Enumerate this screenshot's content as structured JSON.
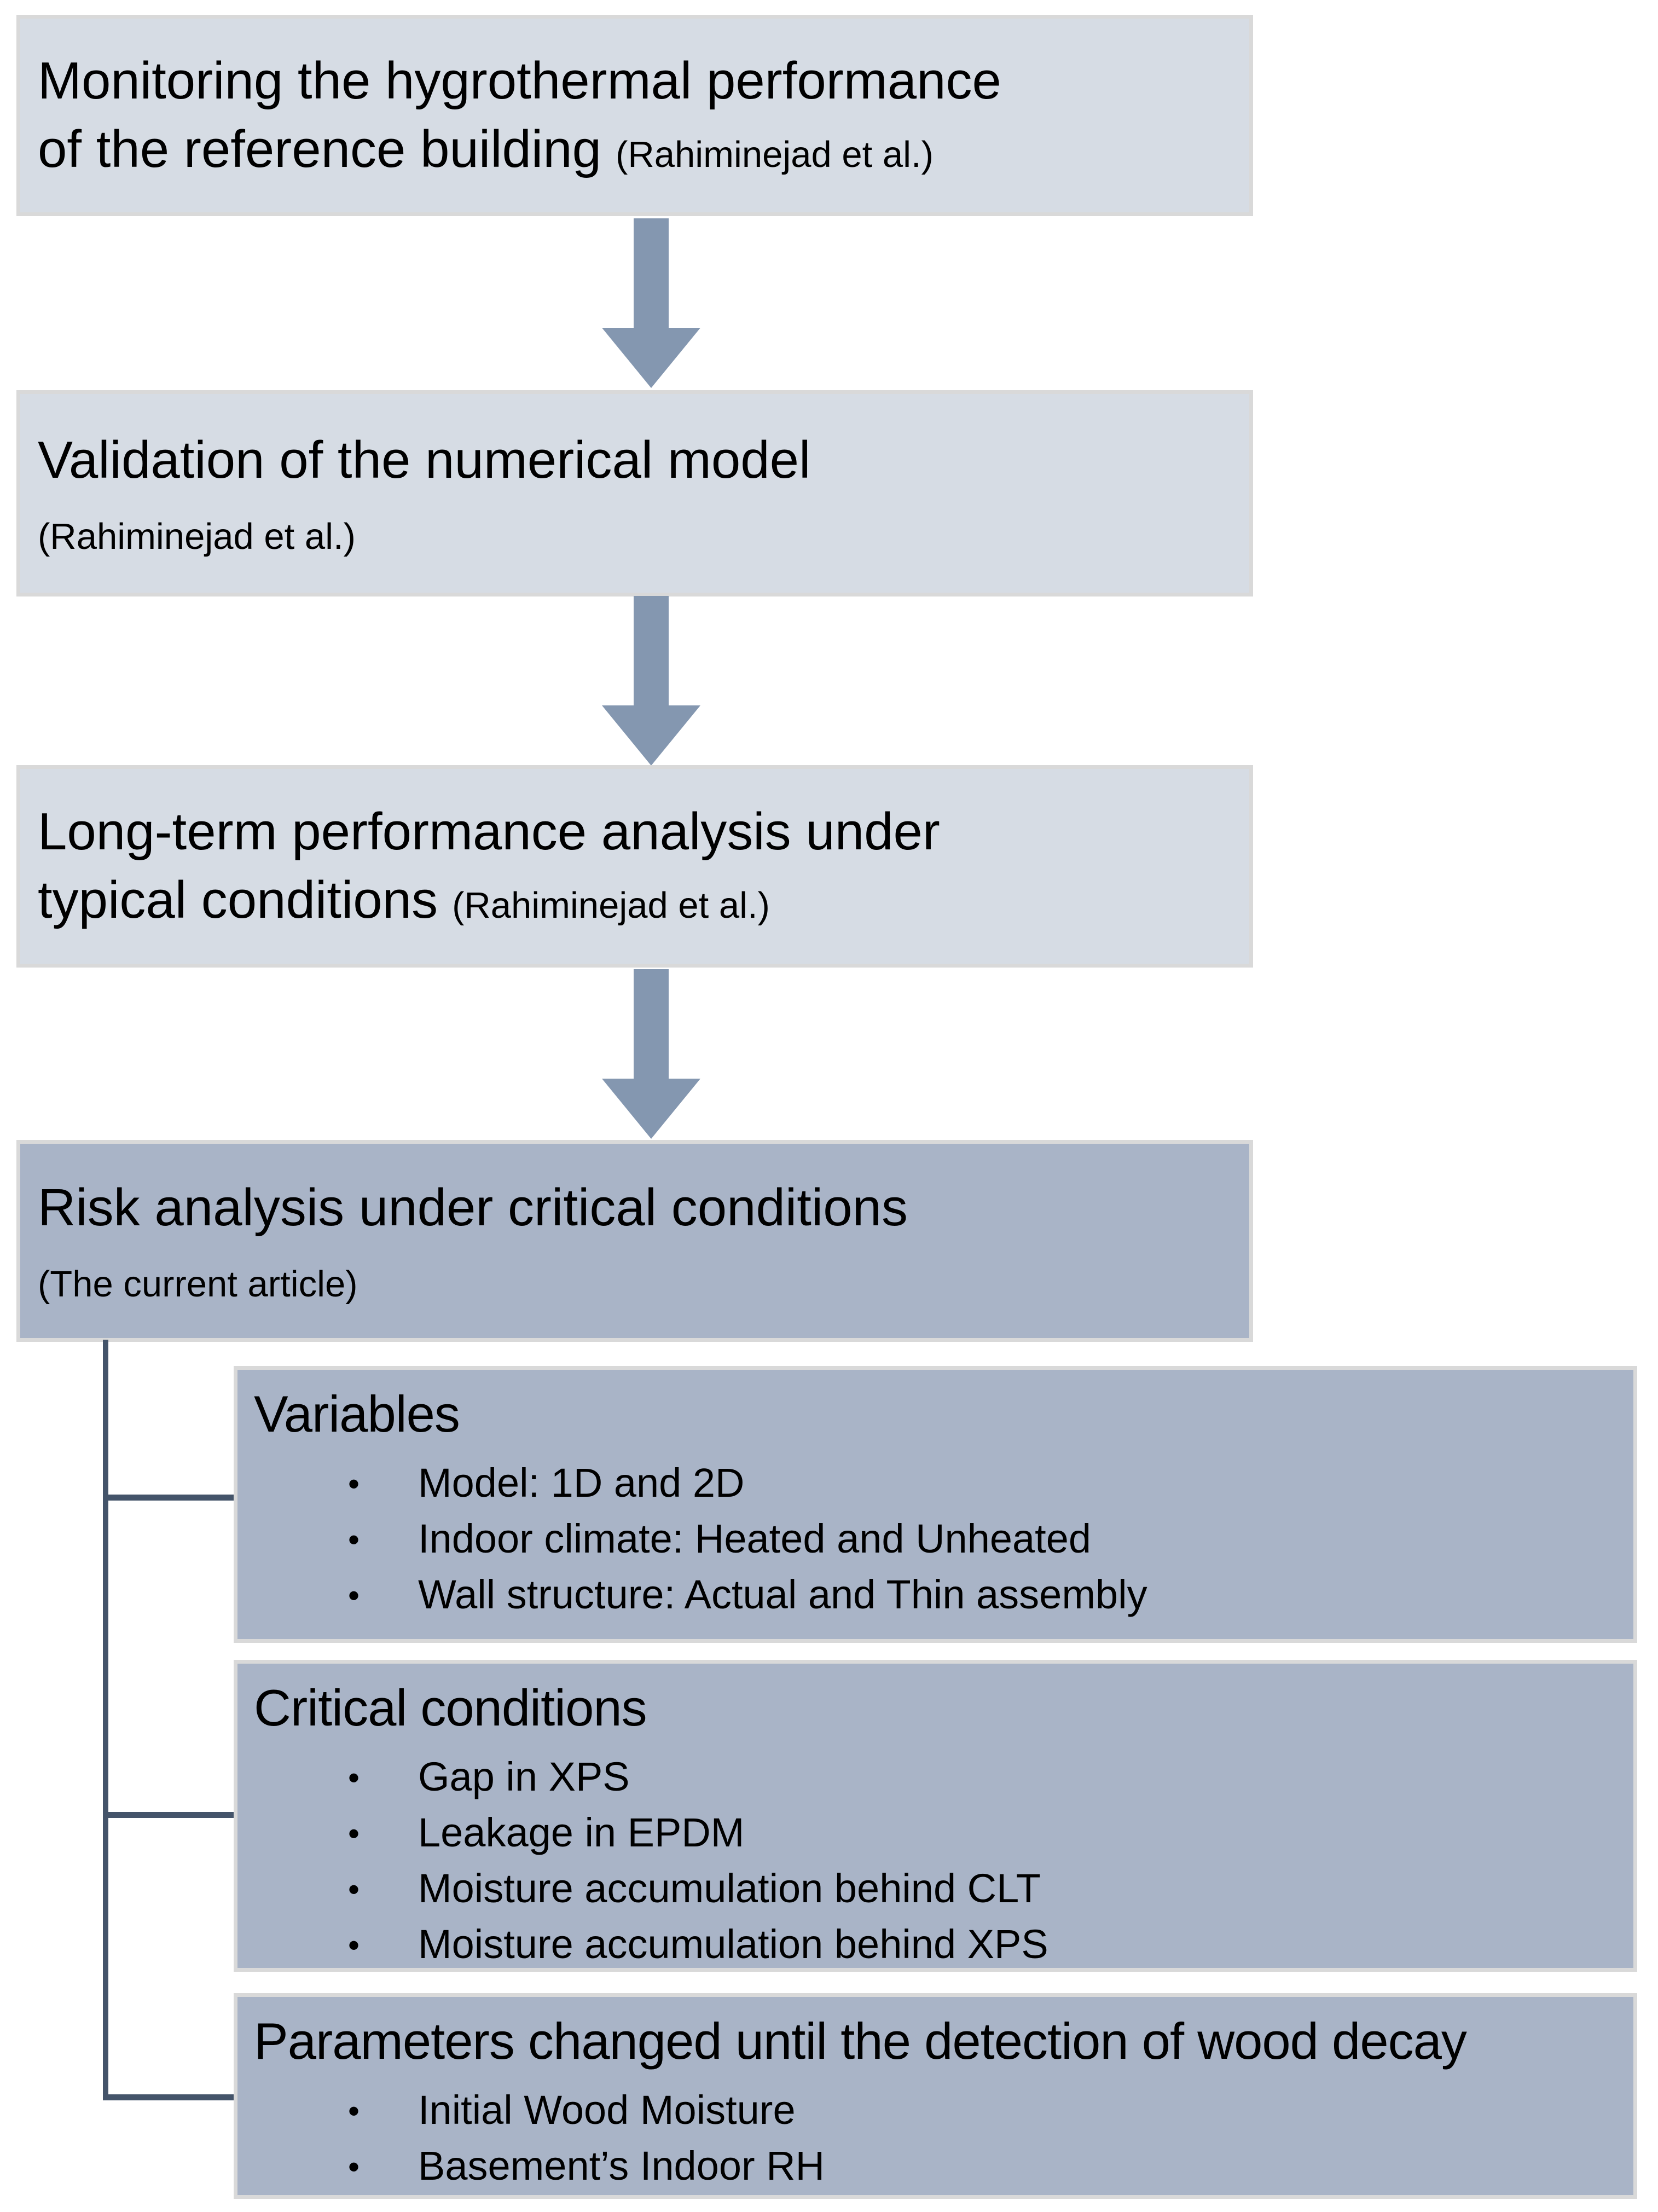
{
  "colors": {
    "background": "#ffffff",
    "light_box_fill": "#d6dce4",
    "dark_box_fill": "#a9b4c7",
    "box_border": "#d9d9d9",
    "arrow_fill": "#8497b0",
    "connector_line": "#44546a",
    "text": "#000000"
  },
  "flow": {
    "monitoring": {
      "line1": "Monitoring the hygrothermal performance",
      "line2": "of the reference building",
      "note": "(Rahiminejad et al.)"
    },
    "validation": {
      "line1": "Validation of the numerical model",
      "note": "(Rahiminejad et al.)"
    },
    "longterm": {
      "line1": "Long-term performance analysis under",
      "line2": "typical conditions",
      "note": "(Rahiminejad et al.)"
    },
    "risk": {
      "line1": "Risk analysis under critical conditions",
      "note": "(The current article)"
    }
  },
  "details": {
    "variables": {
      "title": "Variables",
      "bullets": [
        "Model: 1D and 2D",
        "Indoor climate: Heated and Unheated",
        "Wall structure: Actual and Thin assembly"
      ]
    },
    "critical": {
      "title": "Critical conditions",
      "bullets": [
        "Gap in XPS",
        "Leakage in EPDM",
        "Moisture accumulation behind CLT",
        "Moisture accumulation behind XPS"
      ]
    },
    "parameters": {
      "title": "Parameters changed until the detection of wood decay",
      "bullets": [
        "Initial Wood Moisture",
        "Basement’s Indoor RH"
      ]
    }
  }
}
